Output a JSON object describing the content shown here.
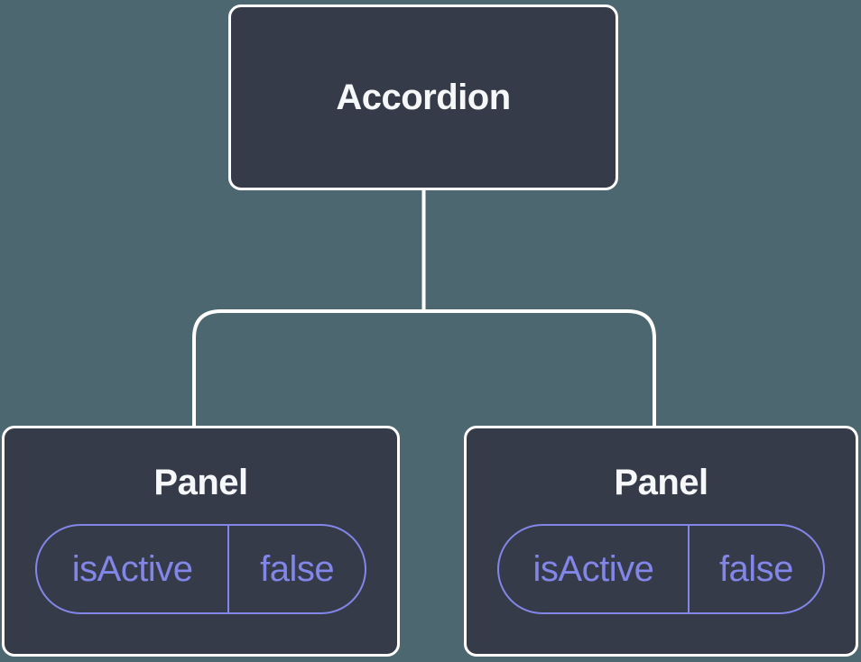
{
  "diagram": {
    "root": {
      "label": "Accordion"
    },
    "panels": [
      {
        "title": "Panel",
        "state_key": "isActive",
        "state_value": "false"
      },
      {
        "title": "Panel",
        "state_key": "isActive",
        "state_value": "false"
      }
    ],
    "colors": {
      "background": "#4D6770",
      "node_fill": "#353B48",
      "node_border": "#FFFFFF",
      "node_text": "#F6F7F9",
      "connector": "#FFFFFF",
      "state_accent": "#8286E8"
    }
  }
}
